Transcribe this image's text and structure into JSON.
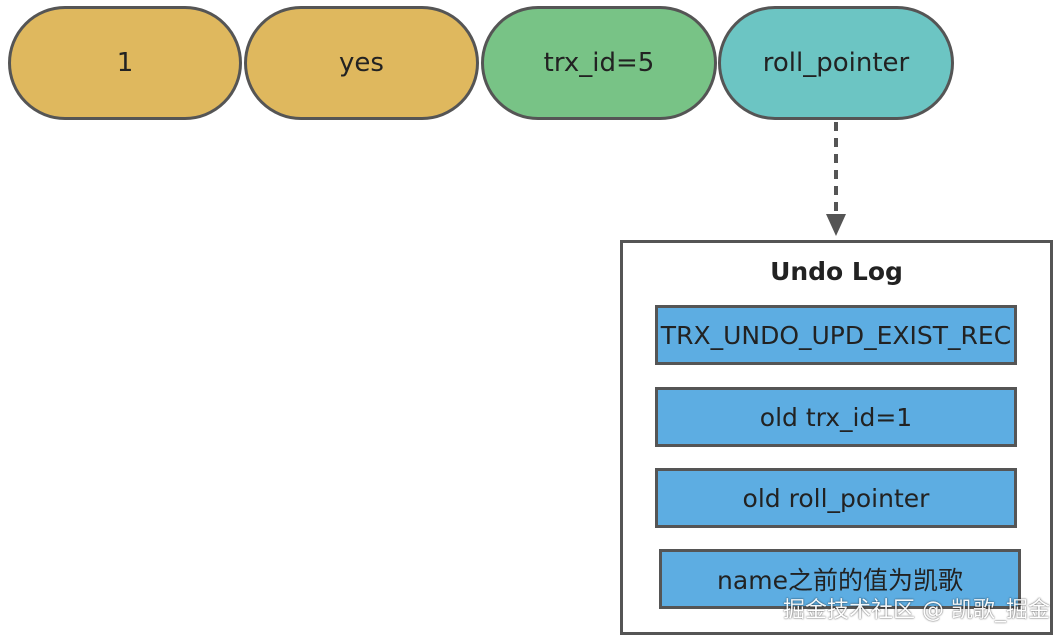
{
  "record_fields": [
    {
      "label": "1",
      "color": "#DFB85E"
    },
    {
      "label": "yes",
      "color": "#DFB85E"
    },
    {
      "label": "trx_id=5",
      "color": "#78C386"
    },
    {
      "label": "roll_pointer",
      "color": "#6CC5C3"
    }
  ],
  "undo_log": {
    "title": "Undo Log",
    "entry_color": "#5DADE2",
    "entries": [
      {
        "label": "TRX_UNDO_UPD_EXIST_REC"
      },
      {
        "label": "old trx_id=1"
      },
      {
        "label": "old roll_pointer"
      },
      {
        "label": "name之前的值为凯歌"
      }
    ]
  },
  "connector": {
    "style": "dashed",
    "color": "#555555"
  },
  "watermark": {
    "text": "掘金技术社区 @ 凯歌_掘金"
  }
}
